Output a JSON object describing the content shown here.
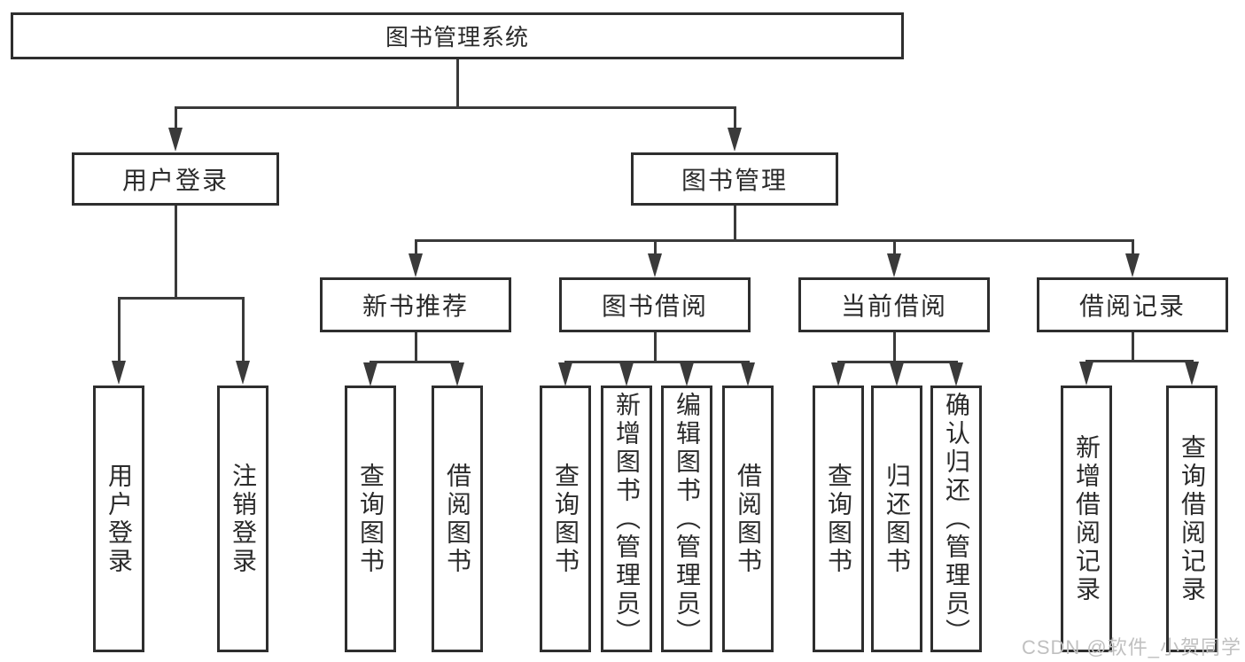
{
  "nodes": {
    "root": "图书管理系统",
    "level2": [
      "用户登录",
      "图书管理"
    ],
    "level3": [
      "新书推荐",
      "图书借阅",
      "当前借阅",
      "借阅记录"
    ],
    "leaves": {
      "user": [
        "用户登录",
        "注销登录"
      ],
      "recommend": [
        "查询图书",
        "借阅图书"
      ],
      "borrow": [
        "查询图书",
        "新增图书（管理员）",
        "编辑图书（管理员）",
        "借阅图书"
      ],
      "current": [
        "查询图书",
        "归还图书",
        "确认归还（管理员）"
      ],
      "record": [
        "新增借阅记录",
        "查询借阅记录"
      ]
    }
  },
  "watermark": "CSDN @软件_小贺同学",
  "colors": {
    "background": "#ffffff",
    "line": "#3a3a3a",
    "box_border": "#2e2e2e",
    "text": "#2b2b2b",
    "watermark": "#c0c0c0"
  }
}
